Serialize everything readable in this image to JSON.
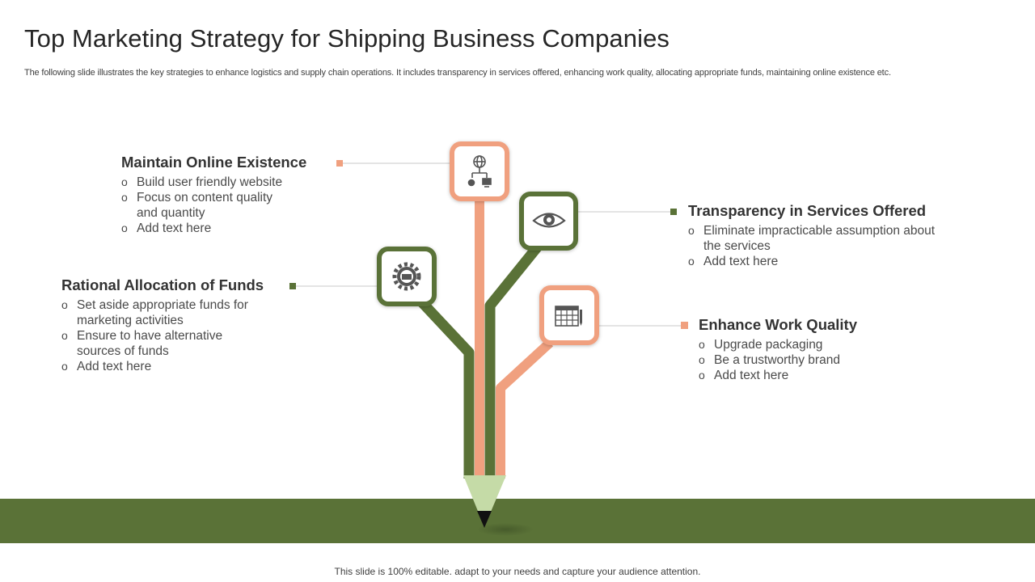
{
  "title": "Top Marketing Strategy for Shipping Business Companies",
  "subtitle": "The following slide illustrates the key strategies to enhance logistics and supply chain operations. It includes transparency in services offered, enhancing work quality, allocating appropriate funds, maintaining online existence etc.",
  "colors": {
    "green": "#5a7237",
    "salmon": "#f0a07f",
    "pencil_tip": "#c5dba7",
    "ground": "#5a7237"
  },
  "strategies": [
    {
      "heading": "Maintain Online Existence",
      "icon": "network-globe-icon",
      "color": "salmon",
      "items": [
        "Build user friendly website",
        "Focus on content quality and quantity",
        "Add text here"
      ]
    },
    {
      "heading": "Transparency in Services Offered",
      "icon": "eye-icon",
      "color": "green",
      "items": [
        "Eliminate impracticable assumption about the services",
        "Add text here"
      ]
    },
    {
      "heading": "Rational Allocation of Funds",
      "icon": "gear-money-icon",
      "color": "green",
      "items": [
        "Set aside appropriate funds for marketing activities",
        "Ensure to have alternative sources of funds",
        "Add text here"
      ]
    },
    {
      "heading": "Enhance Work Quality",
      "icon": "calendar-icon",
      "color": "salmon",
      "items": [
        "Upgrade packaging",
        "Be a trustworthy brand",
        "Add text here"
      ]
    }
  ],
  "footer": "This slide is 100% editable. adapt to your needs and capture your audience attention."
}
